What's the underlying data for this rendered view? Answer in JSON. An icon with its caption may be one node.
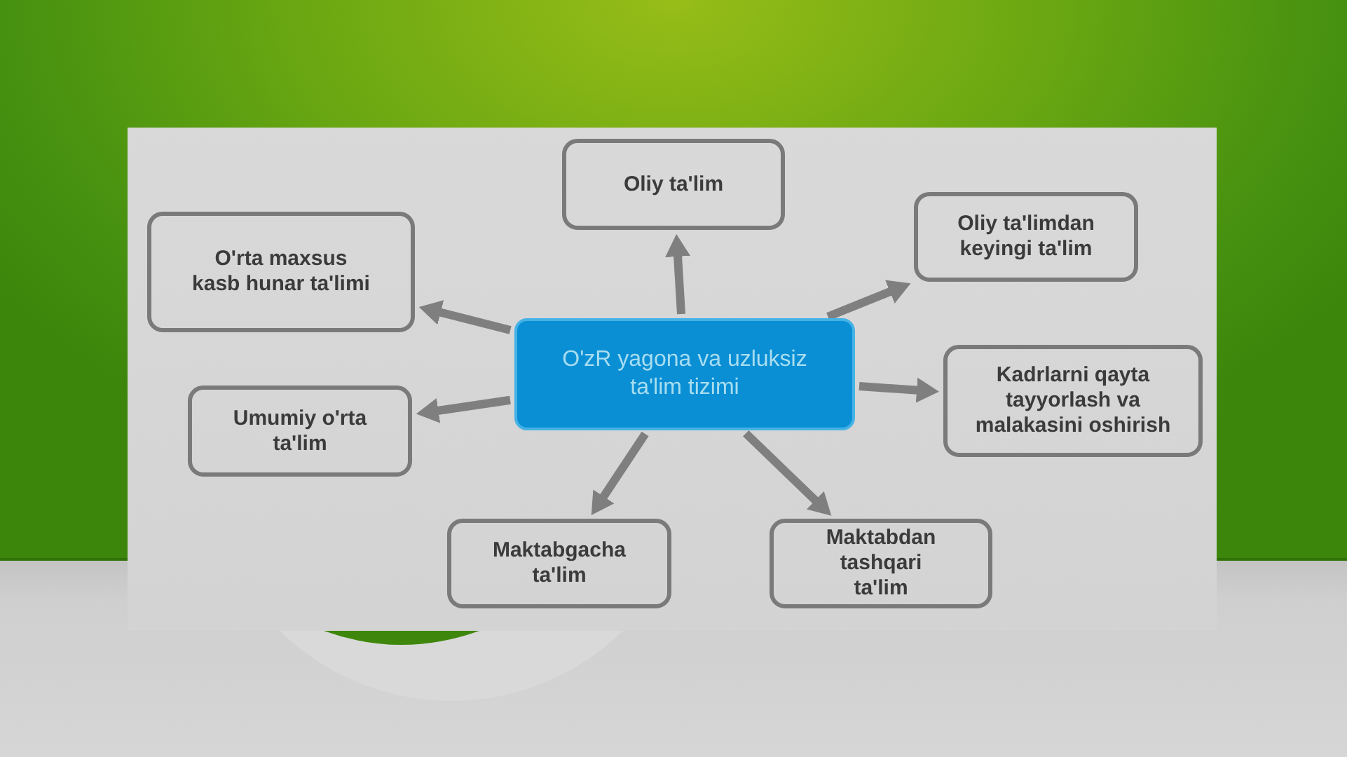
{
  "diagram": {
    "nodes": [
      {
        "text": [
          "O'zR yagona va uzluksiz ta'lim tizimi"
        ]
      },
      {
        "text": [
          "Oliy ta'lim"
        ]
      },
      {
        "text": [
          "O'rta maxsus kasb hunar ta'limi"
        ]
      },
      {
        "text": [
          "Oliy ta'limdan keyingi ta'lim"
        ]
      },
      {
        "text": [
          "Kadrlarni qayta tayyorlash va malakasini oshirish"
        ]
      },
      {
        "text": [
          "Umumiy o'rta ta'lim"
        ]
      },
      {
        "text": [
          "Maktabgacha ta'lim"
        ]
      },
      {
        "text": [
          "Maktabdan tashqari ta'lim"
        ]
      }
    ],
    "edges": [
      {
        "from": 0,
        "to": 1,
        "arrow": "to"
      },
      {
        "from": 0,
        "to": 2,
        "arrow": "to"
      },
      {
        "from": 0,
        "to": 3,
        "arrow": "to"
      },
      {
        "from": 0,
        "to": 4,
        "arrow": "to"
      },
      {
        "from": 0,
        "to": 5,
        "arrow": "to"
      },
      {
        "from": 0,
        "to": 6,
        "arrow": "to"
      },
      {
        "from": 0,
        "to": 7,
        "arrow": "to"
      }
    ]
  }
}
